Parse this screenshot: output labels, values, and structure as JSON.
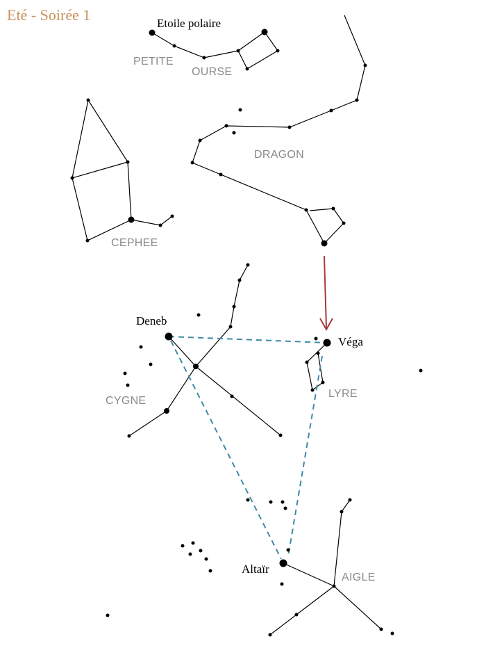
{
  "title": "Eté - Soirée 1",
  "colors": {
    "line": "#000000",
    "star": "#000000",
    "triangle": "#3d8aa6",
    "arrow": "#a63a3a",
    "title": "#c8915a",
    "constellation_label": "#8a8a8a"
  },
  "labels": {
    "etoile_polaire": "Etoile polaire",
    "petite": "PETITE",
    "ourse": "OURSE",
    "dragon": "DRAGON",
    "cephee": "CEPHEE",
    "deneb": "Deneb",
    "vega": "Véga",
    "cygne": "CYGNE",
    "lyre": "LYRE",
    "altair": "Altaïr",
    "aigle": "AIGLE"
  }
}
